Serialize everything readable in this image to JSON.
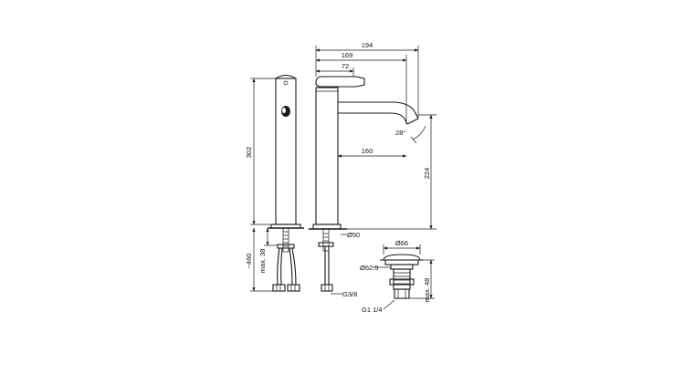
{
  "dimensions": {
    "width_total": "194",
    "width_mid": "169",
    "width_handle": "72",
    "spout_reach": "160",
    "spout_angle": "28°",
    "spout_height": "224",
    "body_height": "302",
    "base_diameter": "Ø50",
    "install_depth": "~460",
    "max_thickness": "max. 38",
    "inlet_thread": "G3/8",
    "waste_top_diameter": "Ø66",
    "waste_body_diameter": "Ø62.5",
    "waste_max_height": "max. 48",
    "waste_thread": "G1 1/4"
  }
}
